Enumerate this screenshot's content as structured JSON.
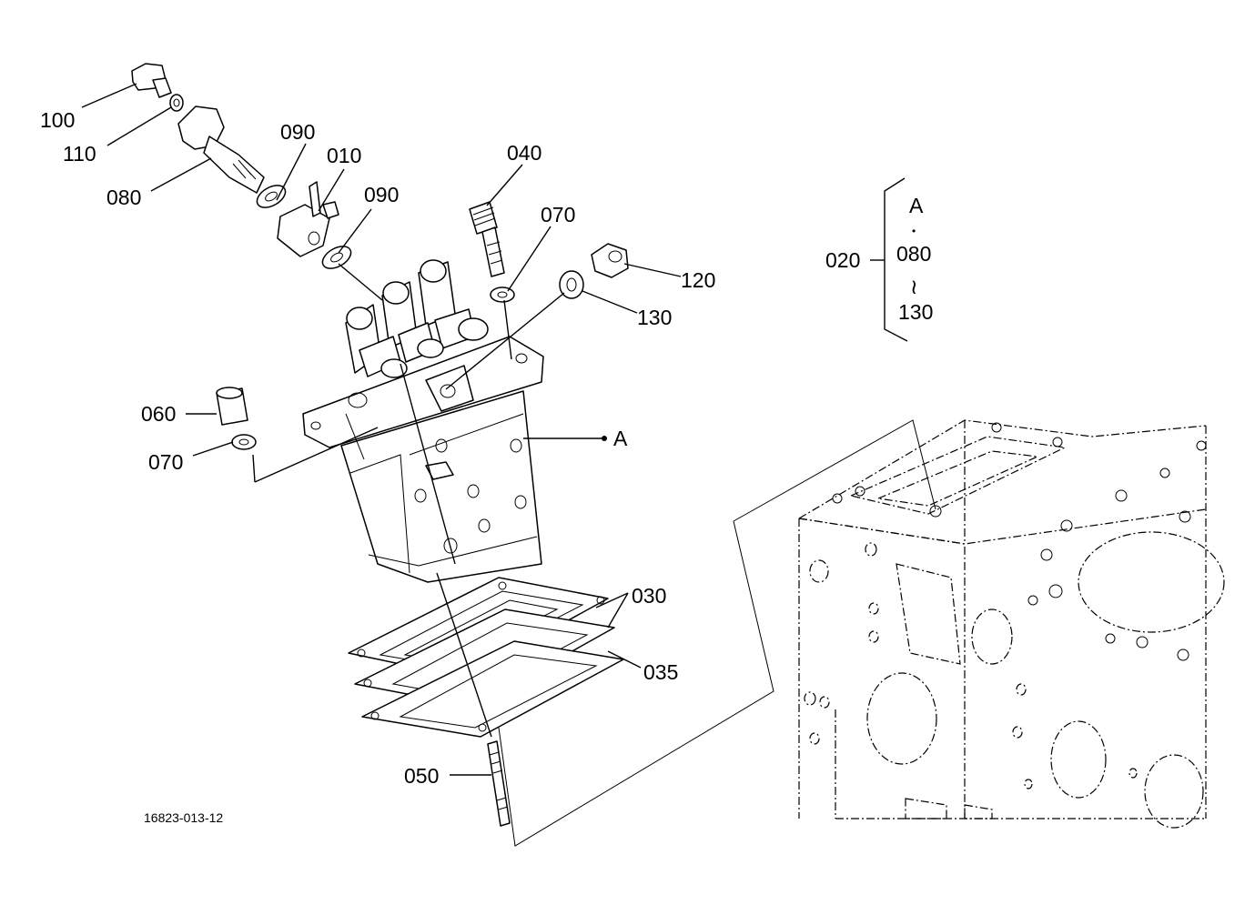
{
  "drawing_code": "16823-013-12",
  "callouts": {
    "c100": "100",
    "c110": "110",
    "c080": "080",
    "c090a": "090",
    "c010": "010",
    "c090b": "090",
    "c040": "040",
    "c070a": "070",
    "c120": "120",
    "c130": "130",
    "c060": "060",
    "c070b": "070",
    "cA": "A",
    "c030": "030",
    "c035": "035",
    "c050": "050"
  },
  "group_note": {
    "ref": "020",
    "line1": "A",
    "dot": "•",
    "line2": "080",
    "tilde": "≀",
    "line3": "130"
  }
}
